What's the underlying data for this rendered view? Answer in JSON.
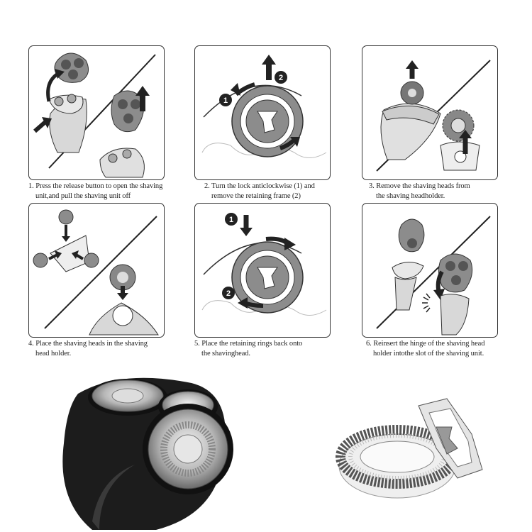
{
  "steps": [
    {
      "line1": "1. Press the release button to open the  shaving",
      "line2": "unit,and pull the shaving unit off"
    },
    {
      "line1": "2. Turn the lock anticlockwise (1) and",
      "line2": "remove the retaining frame (2)"
    },
    {
      "line1": "3. Remove the shaving heads from",
      "line2": "the shaving headholder."
    },
    {
      "line1": "4. Place the shaving heads in the shaving",
      "line2": "head holder."
    },
    {
      "line1": "5. Place the retaining rings back onto",
      "line2": "the shavinghead."
    },
    {
      "line1": "6. Reinsert the hinge of the shaving head",
      "line2": "holder intothe slot of the shaving unit."
    }
  ],
  "markers": {
    "one": "1",
    "two": "2"
  },
  "colors": {
    "ink": "#222222",
    "panel_border": "#333333",
    "part_gray": "#8c8c8c",
    "dark_gray": "#555555"
  },
  "icons": [
    "up-arrow-icon",
    "curved-arrow-icon",
    "retaining-ring-icon",
    "shaving-head-icon"
  ]
}
